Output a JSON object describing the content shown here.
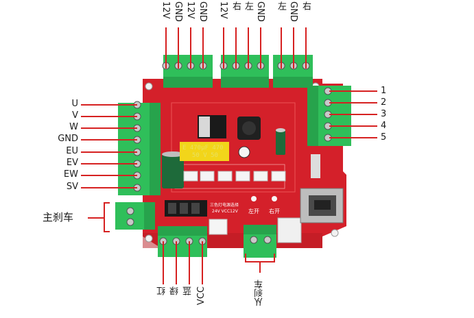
{
  "photo": {
    "subject": "red motor driver control board with green screw terminal blocks",
    "colors": {
      "pcb": "#d4202a",
      "terminal": "#2fbf5a",
      "wire": "#d62020",
      "label": "#1a1a1a"
    }
  },
  "top_labels": [
    "12V",
    "GND",
    "12V",
    "GND",
    "12V",
    "右",
    "左",
    "GND",
    "左",
    "GND",
    "右"
  ],
  "right_labels": [
    "1",
    "2",
    "3",
    "4",
    "5"
  ],
  "left_labels": [
    "U",
    "V",
    "W",
    "GND",
    "EU",
    "EV",
    "EW",
    "SV"
  ],
  "brake_label": "主刹车",
  "bottom_left_labels": [
    "红",
    "绿",
    "蓝",
    "VCC"
  ],
  "bottom_mid_label": "从刹车",
  "pcb_text": {
    "capacitor_top": "E 470μF 470",
    "capacitor_bottom": "50 V  50",
    "left_open": "左开",
    "right_open": "右开",
    "power_select": "三色灯电源选择",
    "voltage_select": "24V VCC12V"
  }
}
